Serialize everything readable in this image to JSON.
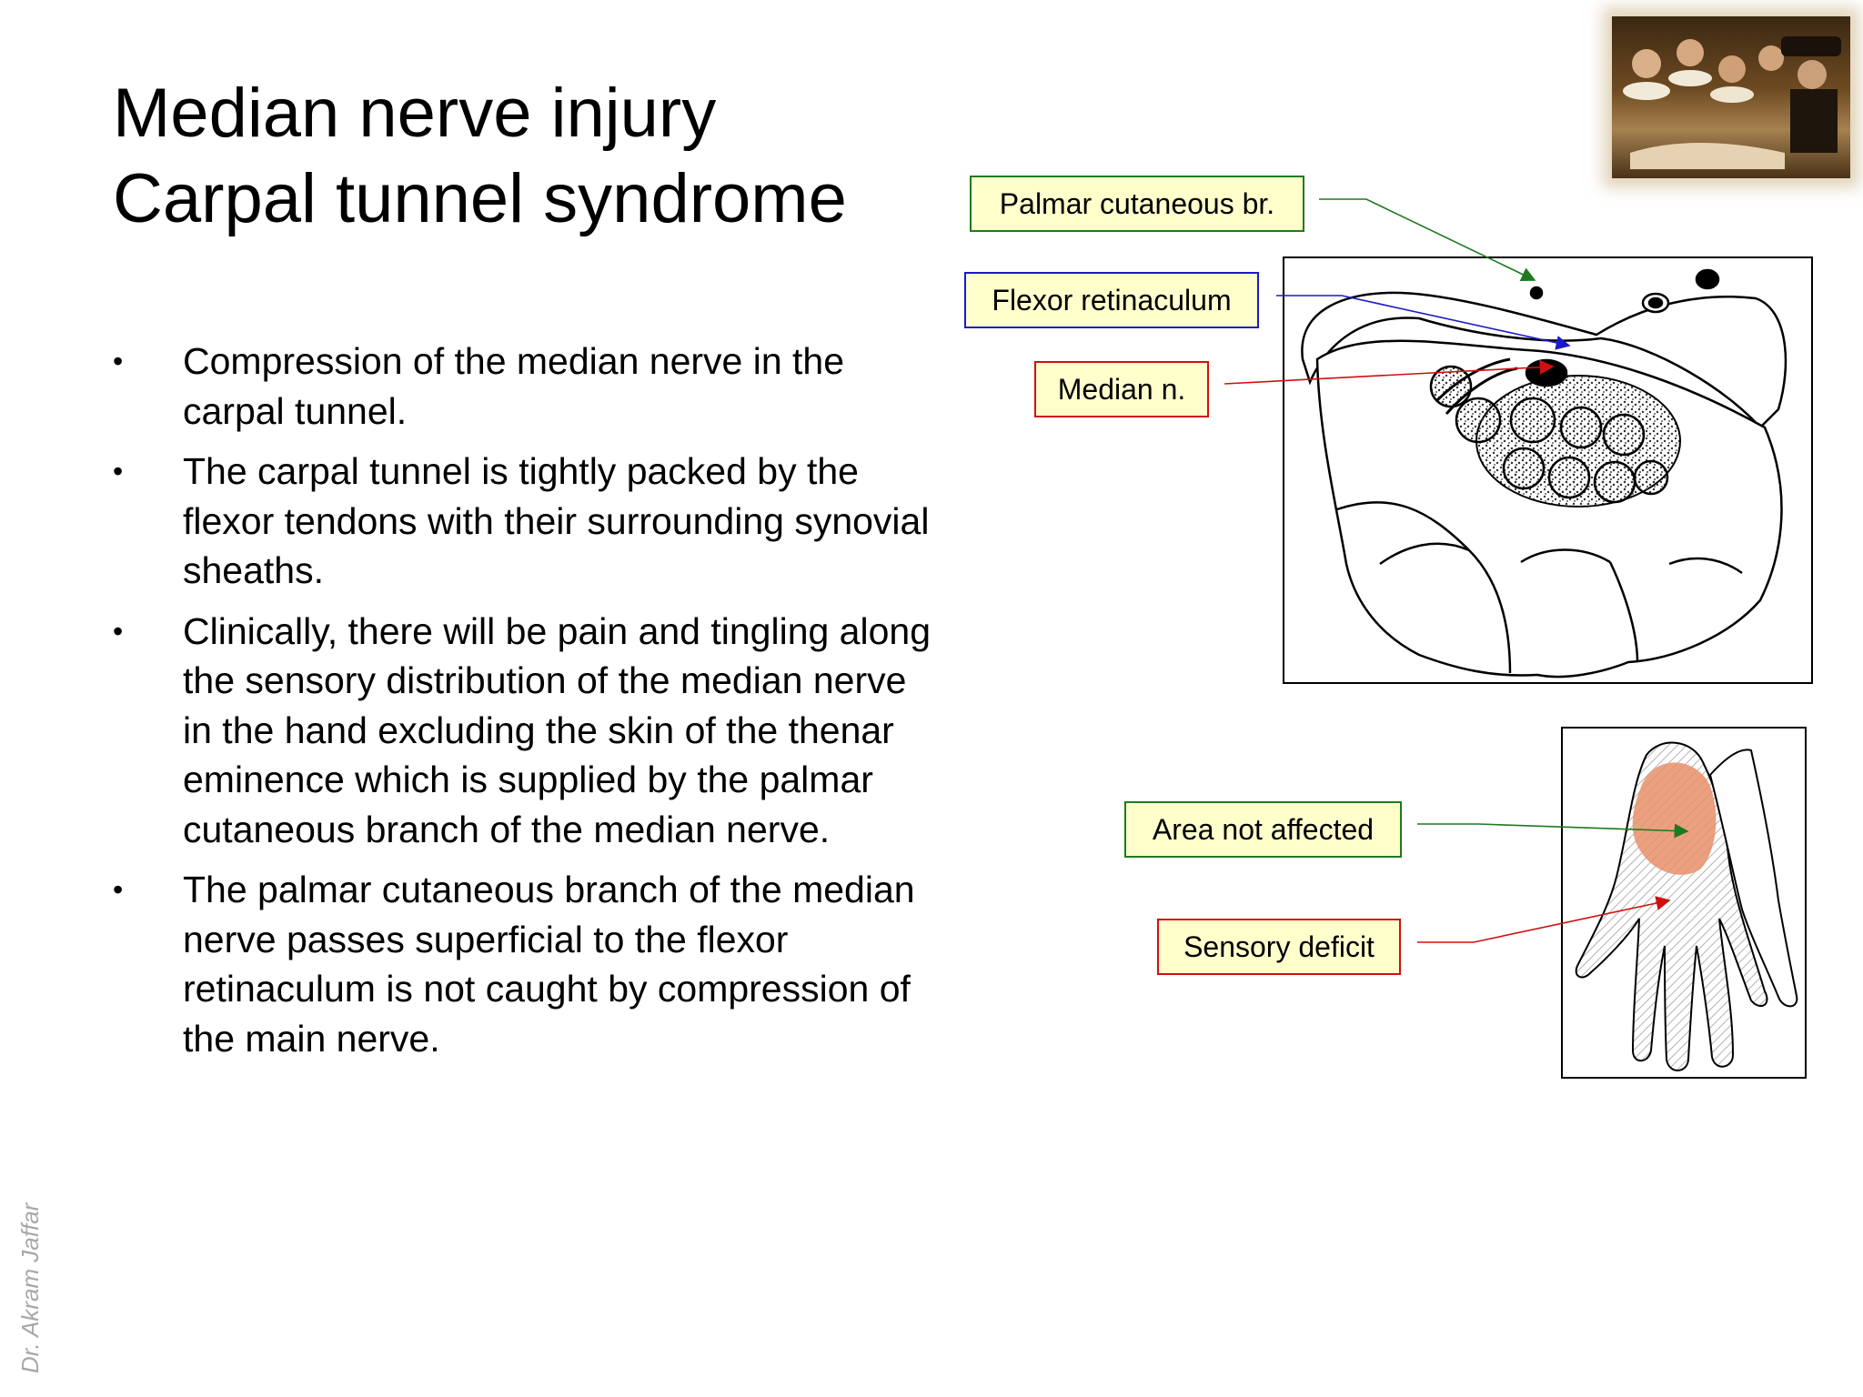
{
  "title": [
    "Median nerve injury",
    "Carpal tunnel syndrome"
  ],
  "bullets": [
    "Compression of the median nerve in the carpal tunnel.",
    "The carpal tunnel is tightly packed by the flexor tendons with their surrounding synovial sheaths.",
    "Clinically, there will be pain and tingling along the sensory distribution of the median nerve in the hand excluding the skin of the thenar eminence which is supplied by the palmar cutaneous branch of the median nerve.",
    "The palmar cutaneous branch of the median nerve passes superficial to the flexor retinaculum is not caught by compression of the main nerve."
  ],
  "bullet_symbol": "•",
  "author": "Dr. Akram Jaffar",
  "labels": {
    "palmar_cutaneous": "Palmar cutaneous br.",
    "flexor_retinaculum": "Flexor retinaculum",
    "median_n": "Median n.",
    "area_not_affected": "Area not affected",
    "sensory_deficit": "Sensory deficit"
  },
  "colors": {
    "label_fill": "#ffffcc",
    "green": "#1f7a1f",
    "blue": "#1a1acc",
    "red": "#d01010",
    "deficit_area": "#e8906a"
  }
}
